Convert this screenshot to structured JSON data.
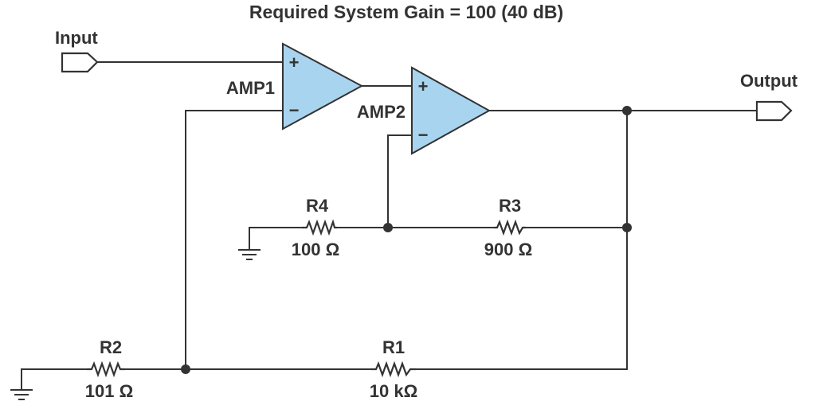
{
  "title": "Required System Gain = 100 (40 dB)",
  "ports": {
    "input": "Input",
    "output": "Output"
  },
  "amps": {
    "amp1": "AMP1",
    "amp2": "AMP2",
    "plus": "+",
    "minus": "−"
  },
  "resistors": {
    "r1": {
      "name": "R1",
      "value": "10 kΩ"
    },
    "r2": {
      "name": "R2",
      "value": "101 Ω"
    },
    "r3": {
      "name": "R3",
      "value": "900 Ω"
    },
    "r4": {
      "name": "R4",
      "value": "100 Ω"
    }
  },
  "colors": {
    "amp_fill": "#a9d4ef",
    "wire": "#333333",
    "text": "#333333"
  }
}
